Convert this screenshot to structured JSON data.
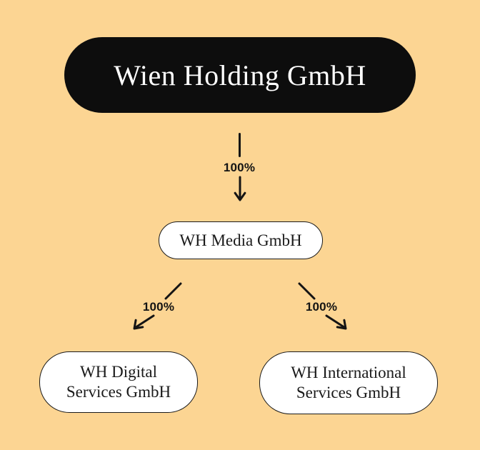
{
  "colors": {
    "background": "#FCD593",
    "root_node_bg": "#0D0D0D",
    "root_node_text": "#FFFFFF",
    "child_node_bg": "#FFFFFF",
    "node_border": "#1A1A1A",
    "connector": "#141414",
    "text": "#1A1A1A"
  },
  "org_chart": {
    "root": {
      "label": "Wien Holding GmbH"
    },
    "media": {
      "label": "WH Media GmbH"
    },
    "digital": {
      "line1": "WH Digital",
      "line2": "Services GmbH"
    },
    "international": {
      "line1": "WH International",
      "line2": "Services GmbH"
    },
    "edges": {
      "root_to_media": {
        "label": "100%"
      },
      "media_to_digital": {
        "label": "100%"
      },
      "media_to_international": {
        "label": "100%"
      }
    }
  }
}
